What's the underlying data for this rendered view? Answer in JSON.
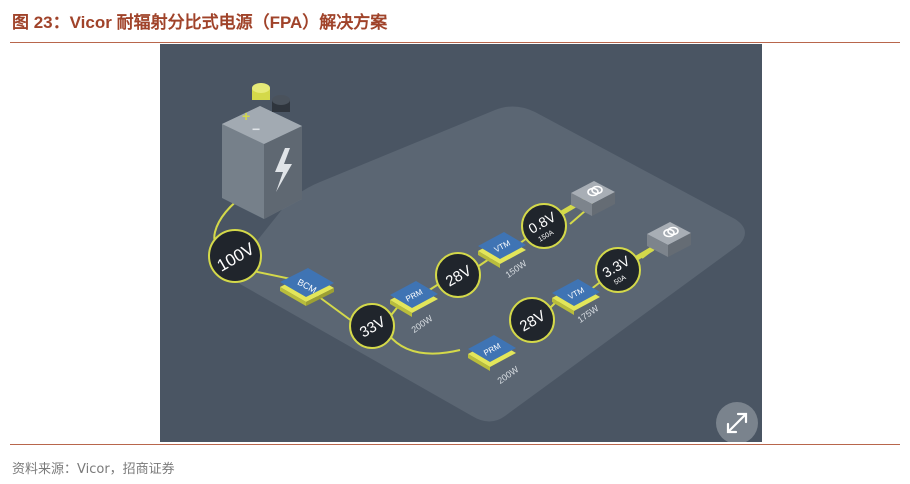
{
  "figure_title": "图 23：Vicor 耐辐射分比式电源（FPA）解决方案",
  "source_note": "资料来源：Vicor，招商证券",
  "diagram": {
    "battery": {
      "plus": "+",
      "minus": "−"
    },
    "nodes": {
      "input_voltage": "100V",
      "bcm": "BCM",
      "bus_voltage": "33V",
      "branch1_prm": "PRM",
      "branch1_prm_power": "200W",
      "branch1_mid_voltage": "28V",
      "branch1_vtm": "VTM",
      "branch1_vtm_power": "150W",
      "branch1_out_voltage": "0.8V",
      "branch1_out_current": "150A",
      "branch2_prm": "PRM",
      "branch2_prm_power": "200W",
      "branch2_mid_voltage": "28V",
      "branch2_vtm": "VTM",
      "branch2_vtm_power": "175W",
      "branch2_out_voltage": "3.3V",
      "branch2_out_current": "50A"
    },
    "colors": {
      "background": "#4a5563",
      "platform": "#5b6673",
      "wire": "#d4d94a",
      "module_blue": "#3f74b4",
      "module_base": "#e3e65a",
      "bubble": "#20252c",
      "load_box": "#8e959d"
    },
    "icons": [
      "battery-icon",
      "lightning-icon",
      "load-chip-icon",
      "expand-icon"
    ]
  }
}
